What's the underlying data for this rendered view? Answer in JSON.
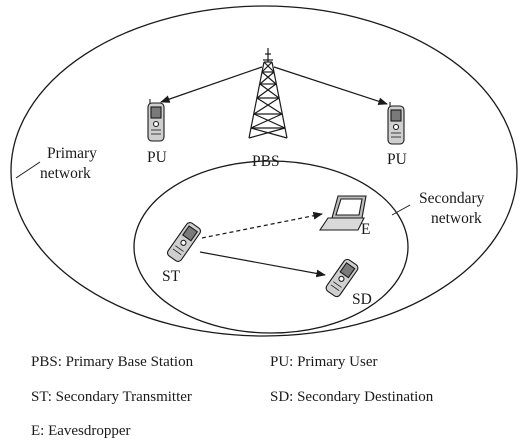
{
  "diagram": {
    "primary_network_label": [
      "Primary",
      "network"
    ],
    "secondary_network_label": [
      "Secondary",
      "network"
    ],
    "pbs_label": "PBS",
    "pu_left_label": "PU",
    "pu_right_label": "PU",
    "st_label": "ST",
    "e_label": "E",
    "sd_label": "SD"
  },
  "legend": {
    "pbs": "PBS: Primary Base Station",
    "pu": "PU: Primary User",
    "st": "ST: Secondary Transmitter",
    "sd": "SD: Secondary Destination",
    "e": "E: Eavesdropper"
  }
}
